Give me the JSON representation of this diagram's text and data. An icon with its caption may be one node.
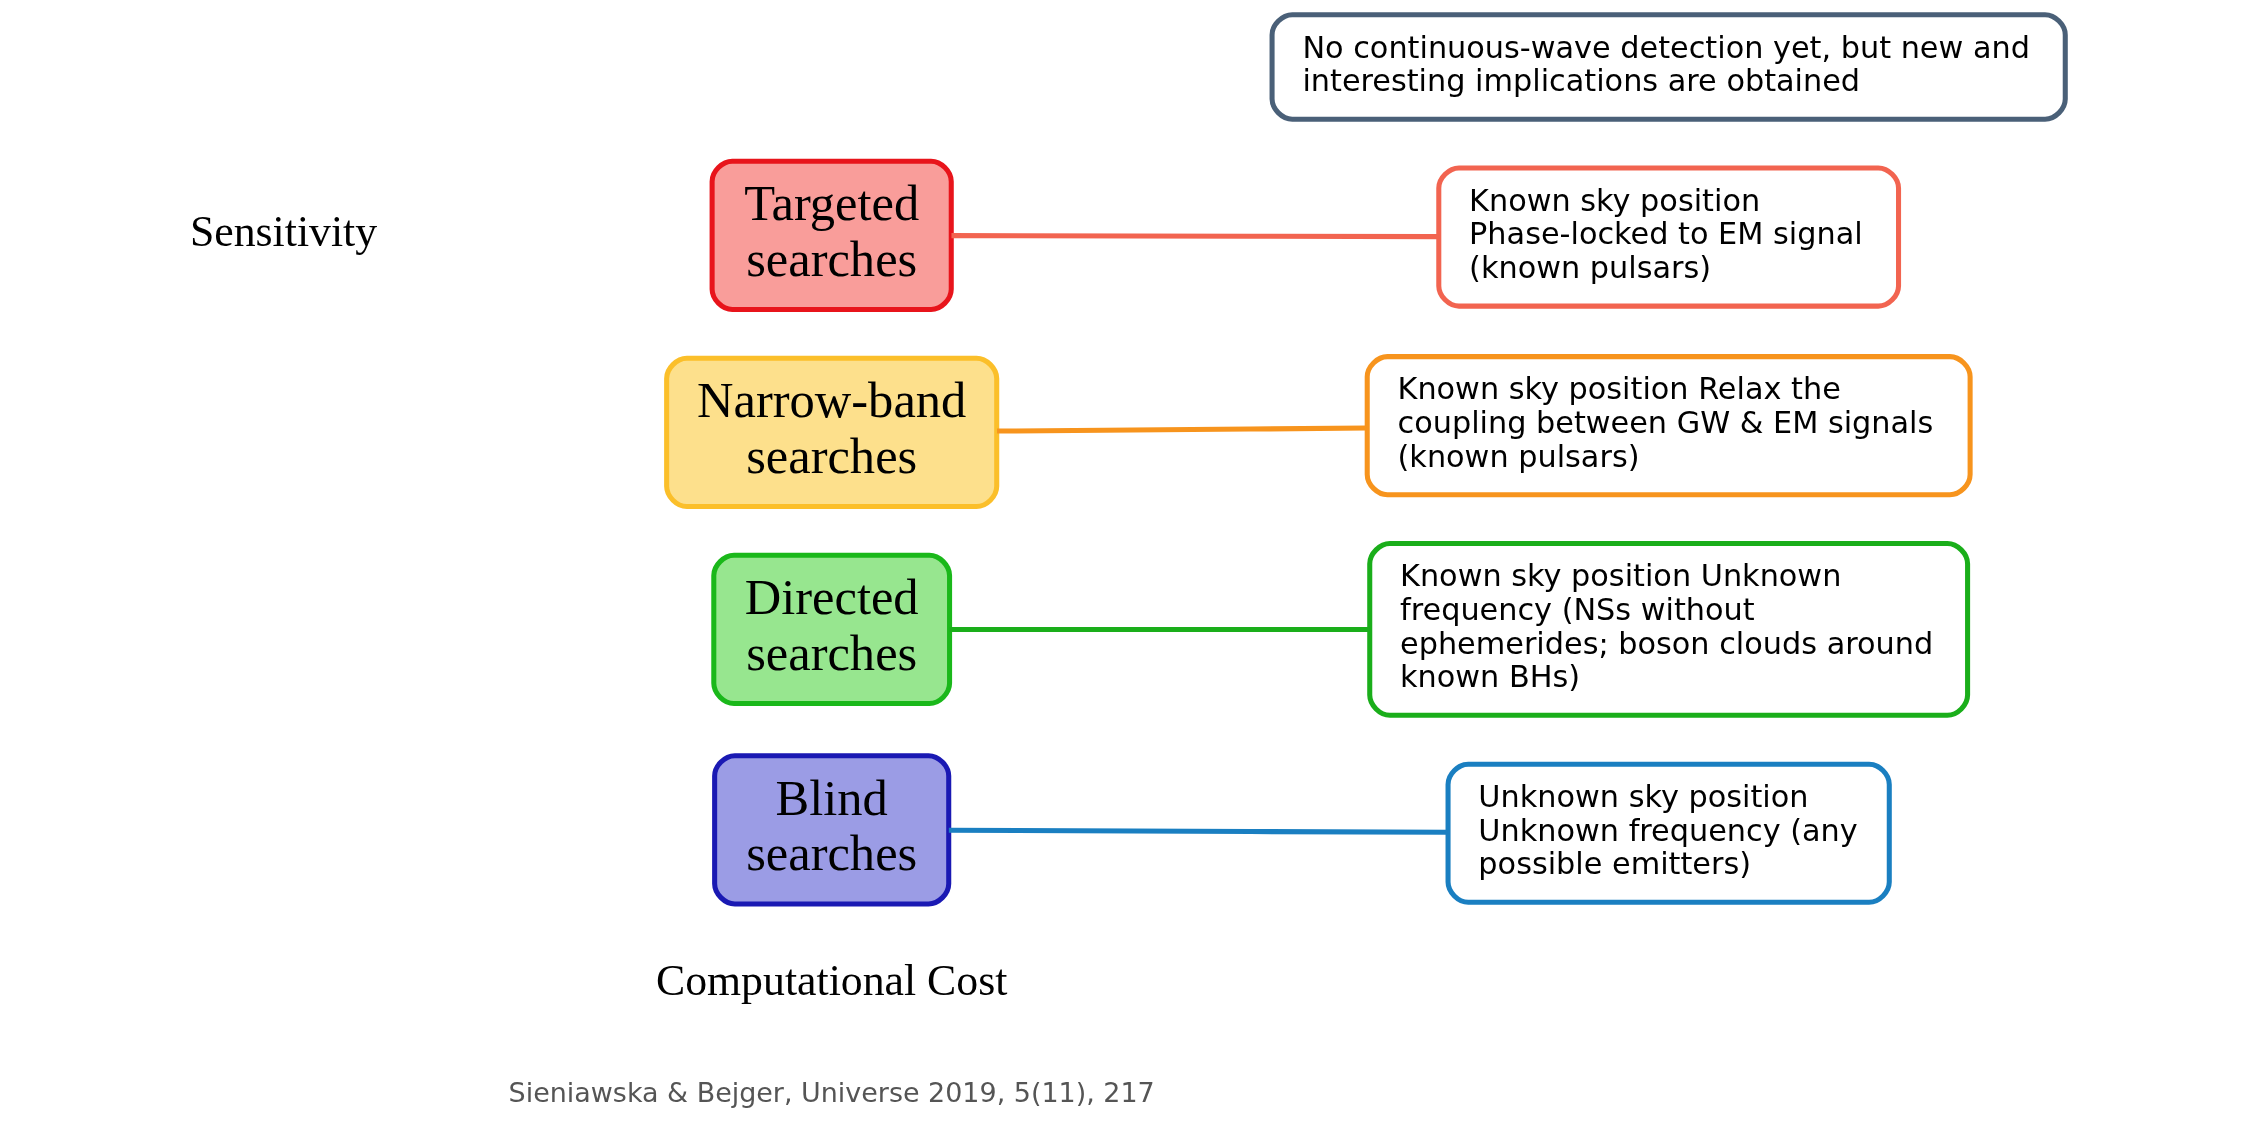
{
  "diagram": {
    "nodes": [
      {
        "text": [
          "Targeted searches"
        ]
      },
      {
        "text": [
          "Known sky position Phase-locked to EM signal (known pulsars)"
        ]
      },
      {
        "text": [
          "Narrow-band searches"
        ]
      },
      {
        "text": [
          "Known sky position Relax the coupling between GW & EM signals (known pulsars)"
        ]
      },
      {
        "text": [
          "Directed searches"
        ]
      },
      {
        "text": [
          "Known sky position Unknown frequency (NSs without ephemerides; boson clouds around known BHs)"
        ]
      },
      {
        "text": [
          "Blind searches"
        ]
      },
      {
        "text": [
          "Unknown sky position Unknown frequency (any possible emitters)"
        ]
      },
      {
        "text": [
          "No continuous-wave detection yet, but new and interesting implications are obtained"
        ]
      }
    ],
    "edges": [
      {
        "from": 0,
        "to": 1,
        "arrow": "none",
        "color": "#f26450"
      },
      {
        "from": 2,
        "to": 3,
        "arrow": "none",
        "color": "#f7941d"
      },
      {
        "from": 4,
        "to": 5,
        "arrow": "none",
        "color": "#1aae1a"
      },
      {
        "from": 6,
        "to": 7,
        "arrow": "none",
        "color": "#1a7fc1"
      }
    ],
    "labels": [
      "Sensitivity",
      "Computational Cost",
      "Sieniawska & Bejger, Universe 2019, 5(11), 217"
    ]
  }
}
